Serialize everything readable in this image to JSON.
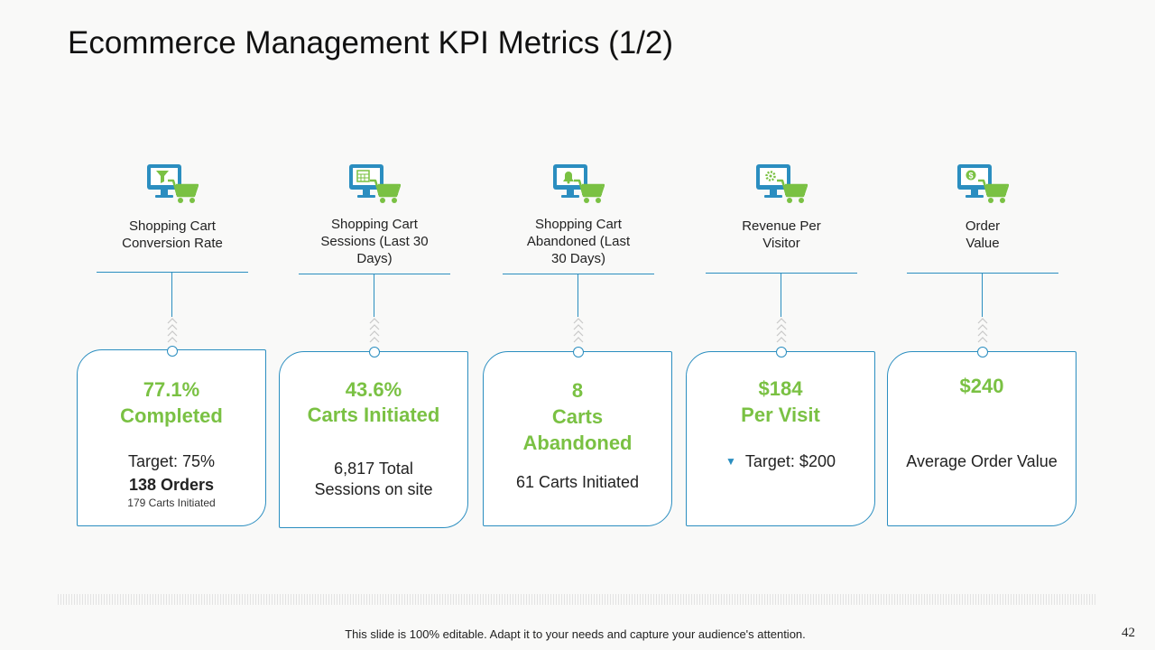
{
  "title": "Ecommerce Management KPI Metrics (1/2)",
  "colors": {
    "accent_blue": "#2b8ec0",
    "accent_green": "#7ac143"
  },
  "metrics": [
    {
      "icon": "monitor-cart-funnel-icon",
      "label": "Shopping Cart Conversion Rate",
      "value_line1": "77.1%",
      "value_line2": "Completed",
      "target": "Target: 75%",
      "orders": "138 Orders",
      "carts": "179 Carts Initiated"
    },
    {
      "icon": "monitor-cart-calendar-icon",
      "label": "Shopping Cart Sessions (Last 30 Days)",
      "value_line1": "43.6%",
      "value_line2": "Carts Initiated",
      "detail": "6,817 Total Sessions on site"
    },
    {
      "icon": "monitor-cart-bell-icon",
      "label": "Shopping Cart Abandoned (Last 30 Days)",
      "value_line1": "8",
      "value_line2": "Carts",
      "value_line3": "Abandoned",
      "detail": "61 Carts Initiated"
    },
    {
      "icon": "monitor-cart-gear-icon",
      "label": "Revenue Per Visitor",
      "value_line1": "$184",
      "value_line2": "Per Visit",
      "target": "Target: $200"
    },
    {
      "icon": "monitor-cart-dollar-icon",
      "label": "Order Value",
      "value_line1": "$240",
      "detail": "Average Order Value"
    }
  ],
  "footer": "This slide is 100% editable. Adapt it to your needs and capture your audience's attention.",
  "page_number": "42"
}
